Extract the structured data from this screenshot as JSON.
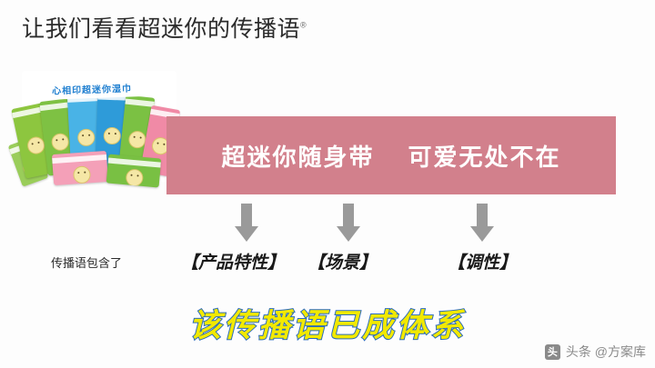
{
  "slide": {
    "title": "让我们看看超迷你的传播语",
    "title_mark": "®",
    "banner_text": "超迷你随身带    可爱无处不在",
    "caption_label": "传播语包含了",
    "tags": [
      "【产品特性】",
      "【场景】",
      "【调性】"
    ],
    "headline": "该传播语已成体系",
    "photo": {
      "pack_banner_text": "心相印超迷你湿巾",
      "alt": "心相印超迷你湿巾产品包装合集"
    },
    "arrows": [
      "down-arrow-1",
      "down-arrow-2",
      "down-arrow-3"
    ],
    "watermark": {
      "logo_text": "头",
      "text": "头条 @方案库"
    },
    "colors": {
      "banner_pink": "#d2808c",
      "headline_fill": "#f2e900",
      "headline_stroke": "#2c6bbd",
      "arrow_gray": "#9a9a9a",
      "title_color": "#2b2b2b"
    }
  }
}
